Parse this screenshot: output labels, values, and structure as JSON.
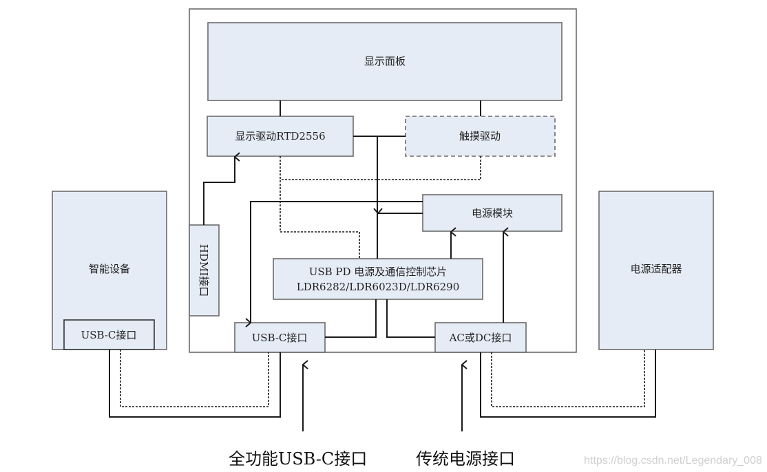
{
  "diagram": {
    "display_panel": "显示面板",
    "display_driver": "显示驱动RTD2556",
    "touch_driver": "触摸驱动",
    "power_module": "电源模块",
    "hdmi_port": "HDMI接口",
    "pd_chip_line1": "USB PD 电源及通信控制芯片",
    "pd_chip_line2": "LDR6282/LDR6023D/LDR6290",
    "usbc_port": "USB-C接口",
    "acdc_port": "AC或DC接口",
    "smart_device": "智能设备",
    "smart_device_port": "USB-C接口",
    "power_adapter": "电源适配器",
    "caption_left": "全功能USB-C接口",
    "caption_right": "传统电源接口",
    "watermark": "https://blog.csdn.net/Legendary_008"
  },
  "colors": {
    "box_fill": "#e6ecf6",
    "box_stroke": "#6b6b6b",
    "line": "#1a1a1a"
  }
}
